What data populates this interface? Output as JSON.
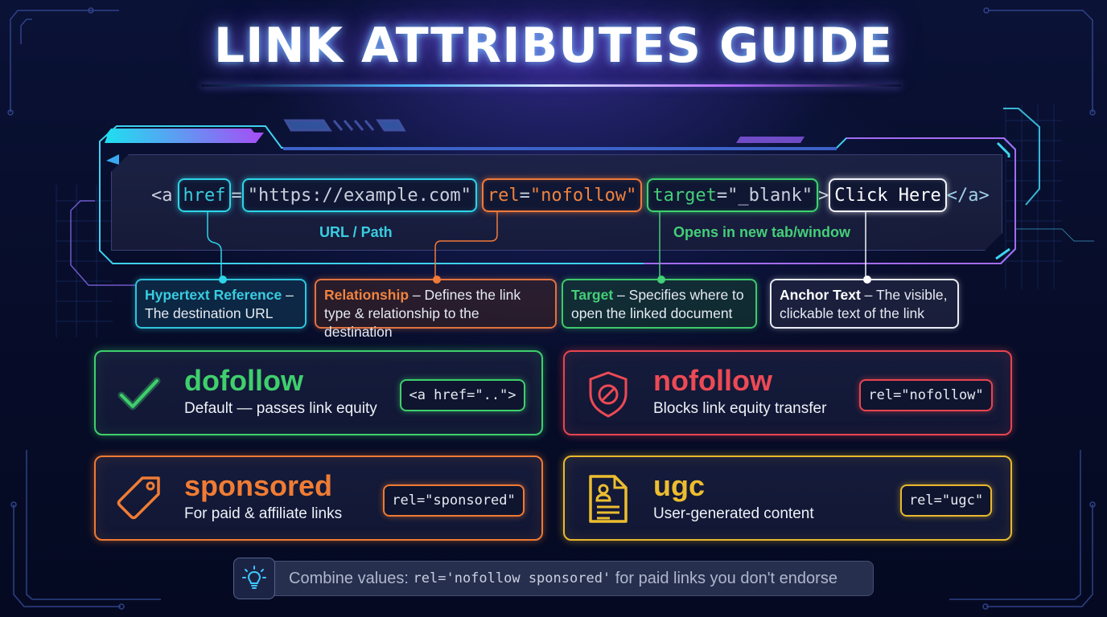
{
  "title": "LINK ATTRIBUTES GUIDE",
  "colors": {
    "background": "#070d2a",
    "href": "#38cde0",
    "rel": "#f0833f",
    "target": "#44cf78",
    "anchor": "#ffffff",
    "dofollow": "#3fcf6d",
    "nofollow": "#ec4a55",
    "sponsored": "#f07c34",
    "ugc": "#ecbd2f"
  },
  "code_example": {
    "open_tag": "<a",
    "href_attr": "href",
    "equals": "=",
    "href_value": "\"https://example.com\"",
    "rel_attr": "rel",
    "rel_equals": "=",
    "rel_value": "\"nofollow\"",
    "target_attr": "target",
    "target_equals": "=",
    "target_value": "\"_blank\"",
    "tag_close": ">",
    "anchor_text": "Click Here",
    "close_tag": "</a>",
    "notes": {
      "url": "URL / Path",
      "target": "Opens in new tab/window"
    }
  },
  "explanations": [
    {
      "key": "href",
      "term": "Hypertext Reference",
      "sep": " –",
      "desc": "The destination URL",
      "color": "cyan"
    },
    {
      "key": "rel",
      "term": "Relationship",
      "sep": " – ",
      "desc": "Defines the link type & relationship to the destination",
      "color": "orange"
    },
    {
      "key": "target",
      "term": "Target",
      "sep": " – ",
      "desc": "Specifies where to open the linked document",
      "color": "green"
    },
    {
      "key": "anchor",
      "term": "Anchor Text",
      "sep": " – ",
      "desc": "The visible, clickable text of the link",
      "color": "white"
    }
  ],
  "rel_values": [
    {
      "name": "dofollow",
      "description": "Default — passes link equity",
      "code": "<a href=\"..\">",
      "icon": "checkmark-icon",
      "color": "green"
    },
    {
      "name": "nofollow",
      "description": "Blocks link equity transfer",
      "code": "rel=\"nofollow\"",
      "icon": "shield-block-icon",
      "color": "red"
    },
    {
      "name": "sponsored",
      "description": "For paid & affiliate links",
      "code": "rel=\"sponsored\"",
      "icon": "price-tag-icon",
      "color": "orange"
    },
    {
      "name": "ugc",
      "description": "User-generated content",
      "code": "rel=\"ugc\"",
      "icon": "user-document-icon",
      "color": "yellow"
    }
  ],
  "tip": {
    "icon": "lightbulb-icon",
    "prefix": "Combine values: ",
    "code": "rel='nofollow sponsored'",
    "suffix": " for paid links you don't endorse"
  }
}
